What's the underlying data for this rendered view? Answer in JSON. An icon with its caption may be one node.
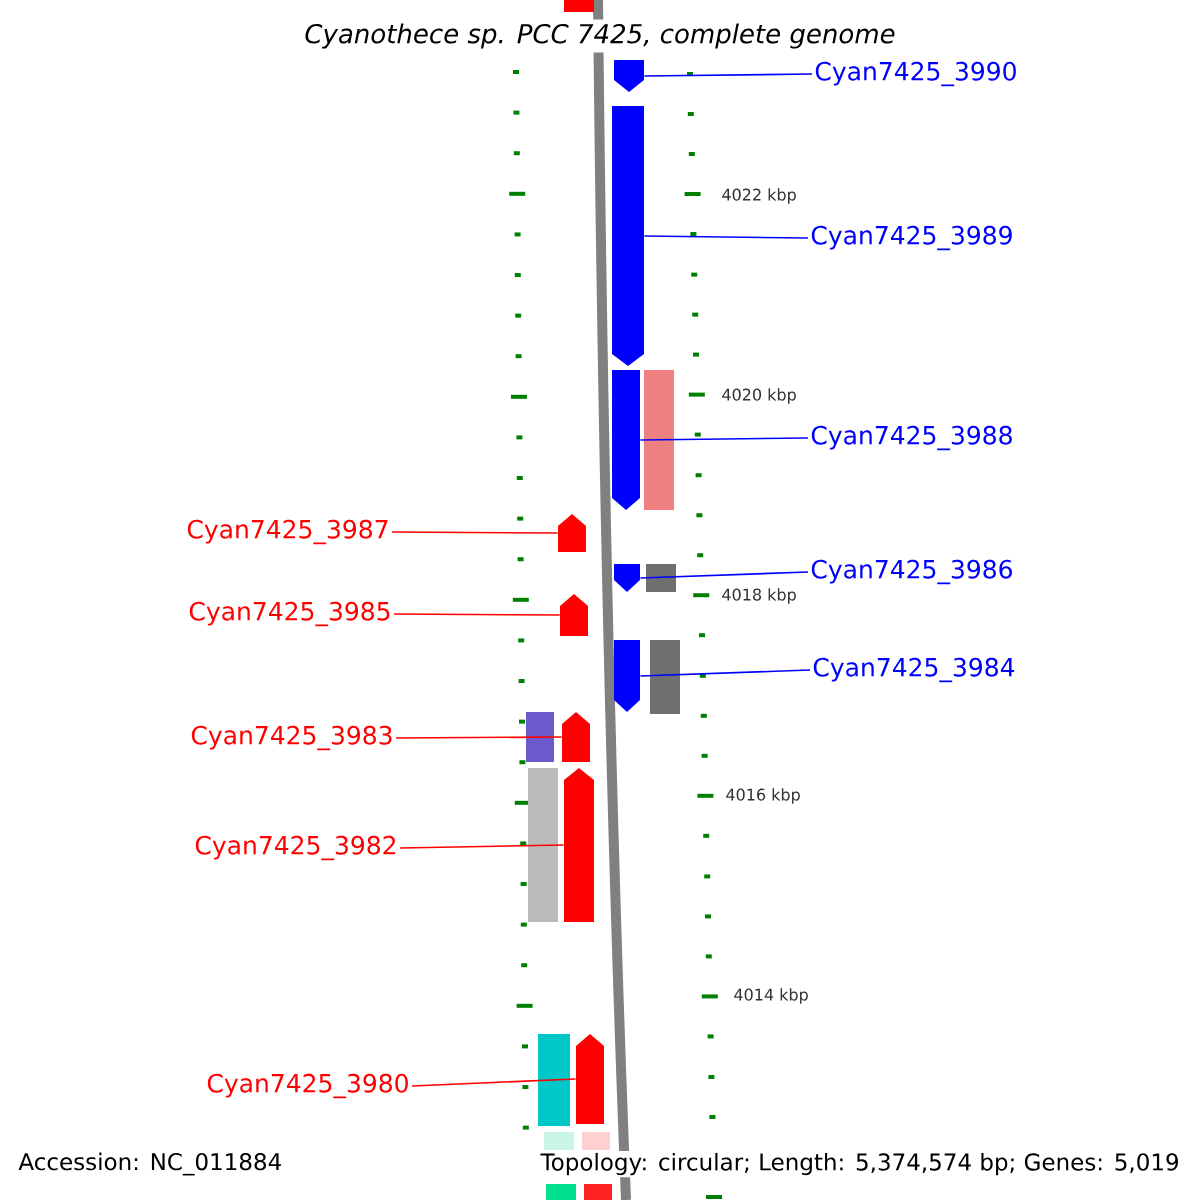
{
  "diagram": {
    "title": "Cyanothece sp. PCC 7425, complete genome",
    "nodes": [
      {
        "text": [
          "Cyan7425_3990"
        ]
      },
      {
        "text": [],
        "shape": "pentagon"
      },
      {
        "text": [
          "Cyan7425_3989"
        ]
      },
      {
        "text": [],
        "shape": "pentagon"
      },
      {
        "text": [
          "Cyan7425_3988"
        ]
      },
      {
        "text": [],
        "shape": "pentagon"
      },
      {
        "text": [
          "Cyan7425_3987"
        ]
      },
      {
        "text": [],
        "shape": "pentagon"
      },
      {
        "text": [
          "Cyan7425_3986"
        ]
      },
      {
        "text": [],
        "shape": "pentagon"
      },
      {
        "text": [
          "Cyan7425_3985"
        ]
      },
      {
        "text": [],
        "shape": "pentagon"
      },
      {
        "text": [
          "Cyan7425_3984"
        ]
      },
      {
        "text": [],
        "shape": "pentagon"
      },
      {
        "text": [
          "Cyan7425_3983"
        ]
      },
      {
        "text": [],
        "shape": "pentagon"
      },
      {
        "text": [
          "Cyan7425_3982"
        ]
      },
      {
        "text": [],
        "shape": "pentagon"
      },
      {
        "text": [
          "Cyan7425_3980"
        ]
      },
      {
        "text": [],
        "shape": "pentagon"
      },
      {
        "text": [],
        "shape": "bar"
      },
      {
        "text": [],
        "shape": "bar"
      },
      {
        "text": [],
        "shape": "bar"
      },
      {
        "text": [],
        "shape": "bar"
      },
      {
        "text": [],
        "shape": "bar"
      },
      {
        "text": [],
        "shape": "bar"
      },
      {
        "text": [],
        "shape": "bar"
      },
      {
        "text": [],
        "shape": "bar"
      },
      {
        "text": [],
        "shape": "bar"
      },
      {
        "text": [],
        "shape": "bar"
      },
      {
        "text": [],
        "shape": "bar"
      }
    ],
    "edges": [
      {
        "from": 0,
        "to": 1,
        "arrow": "none",
        "color": "#0000ff"
      },
      {
        "from": 2,
        "to": 3,
        "arrow": "none",
        "color": "#0000ff"
      },
      {
        "from": 4,
        "to": 5,
        "arrow": "none",
        "color": "#0000ff"
      },
      {
        "from": 6,
        "to": 7,
        "arrow": "none",
        "color": "#ff0000"
      },
      {
        "from": 8,
        "to": 9,
        "arrow": "none",
        "color": "#0000ff"
      },
      {
        "from": 10,
        "to": 11,
        "arrow": "none",
        "color": "#ff0000"
      },
      {
        "from": 12,
        "to": 13,
        "arrow": "none",
        "color": "#0000ff"
      },
      {
        "from": 14,
        "to": 15,
        "arrow": "none",
        "color": "#ff0000"
      },
      {
        "from": 16,
        "to": 17,
        "arrow": "none",
        "color": "#ff0000"
      },
      {
        "from": 18,
        "to": 19,
        "arrow": "none",
        "color": "#ff0000"
      }
    ],
    "labels": [
      "4022 kbp",
      "4020 kbp",
      "4018 kbp",
      "4016 kbp",
      "4014 kbp",
      "Accession: NC_011884",
      "Topology: circular; Length: 5,374,574 bp; Genes: 5,019"
    ]
  }
}
